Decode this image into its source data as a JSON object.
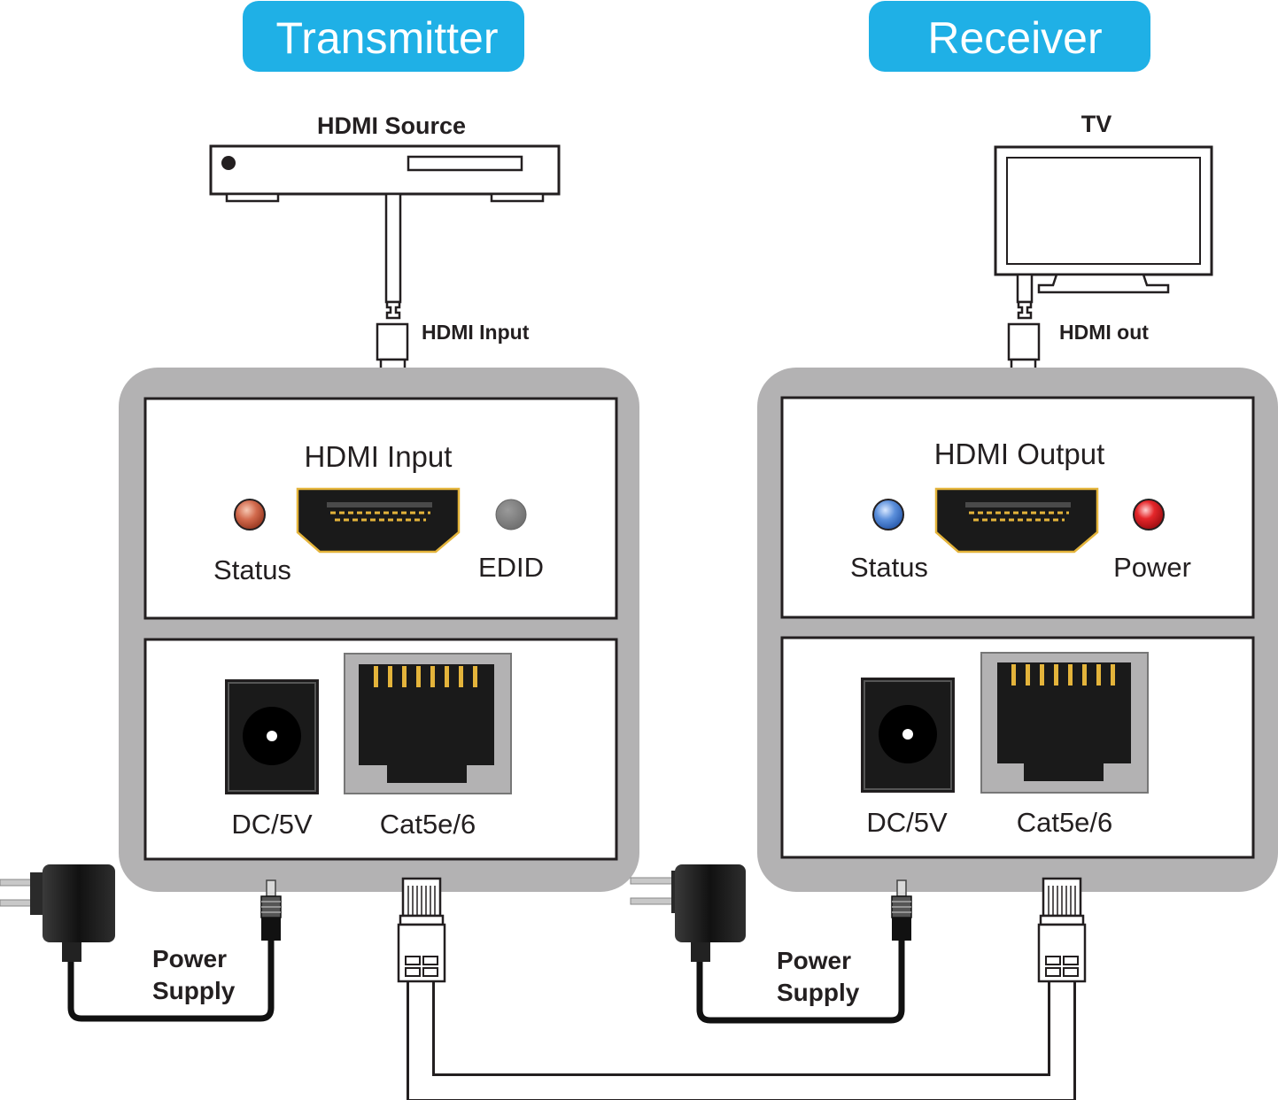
{
  "transmitter": {
    "title": "Transmitter",
    "device_label": "HDMI Source",
    "cable_label": "HDMI Input",
    "panel_title": "HDMI Input",
    "led_left_label": "Status",
    "led_right_label": "EDID",
    "dc_label": "DC/5V",
    "rj45_label": "Cat5e/6",
    "power_line1": "Power",
    "power_line2": "Supply"
  },
  "receiver": {
    "title": "Receiver",
    "device_label": "TV",
    "cable_label": "HDMI out",
    "panel_title": "HDMI Output",
    "led_left_label": "Status",
    "led_right_label": "Power",
    "dc_label": "DC/5V",
    "rj45_label": "Cat5e/6",
    "power_line1": "Power",
    "power_line2": "Supply"
  },
  "colors": {
    "header_bg": "#1fb0e6",
    "casing": "#b3b2b3",
    "port_black": "#1a1a1a",
    "gold": "#e4b43b",
    "led_status_tx": "#d26a4d",
    "led_edid": "#808080",
    "led_status_rx": "#5b8fdb",
    "led_power_rx": "#e5262a"
  }
}
